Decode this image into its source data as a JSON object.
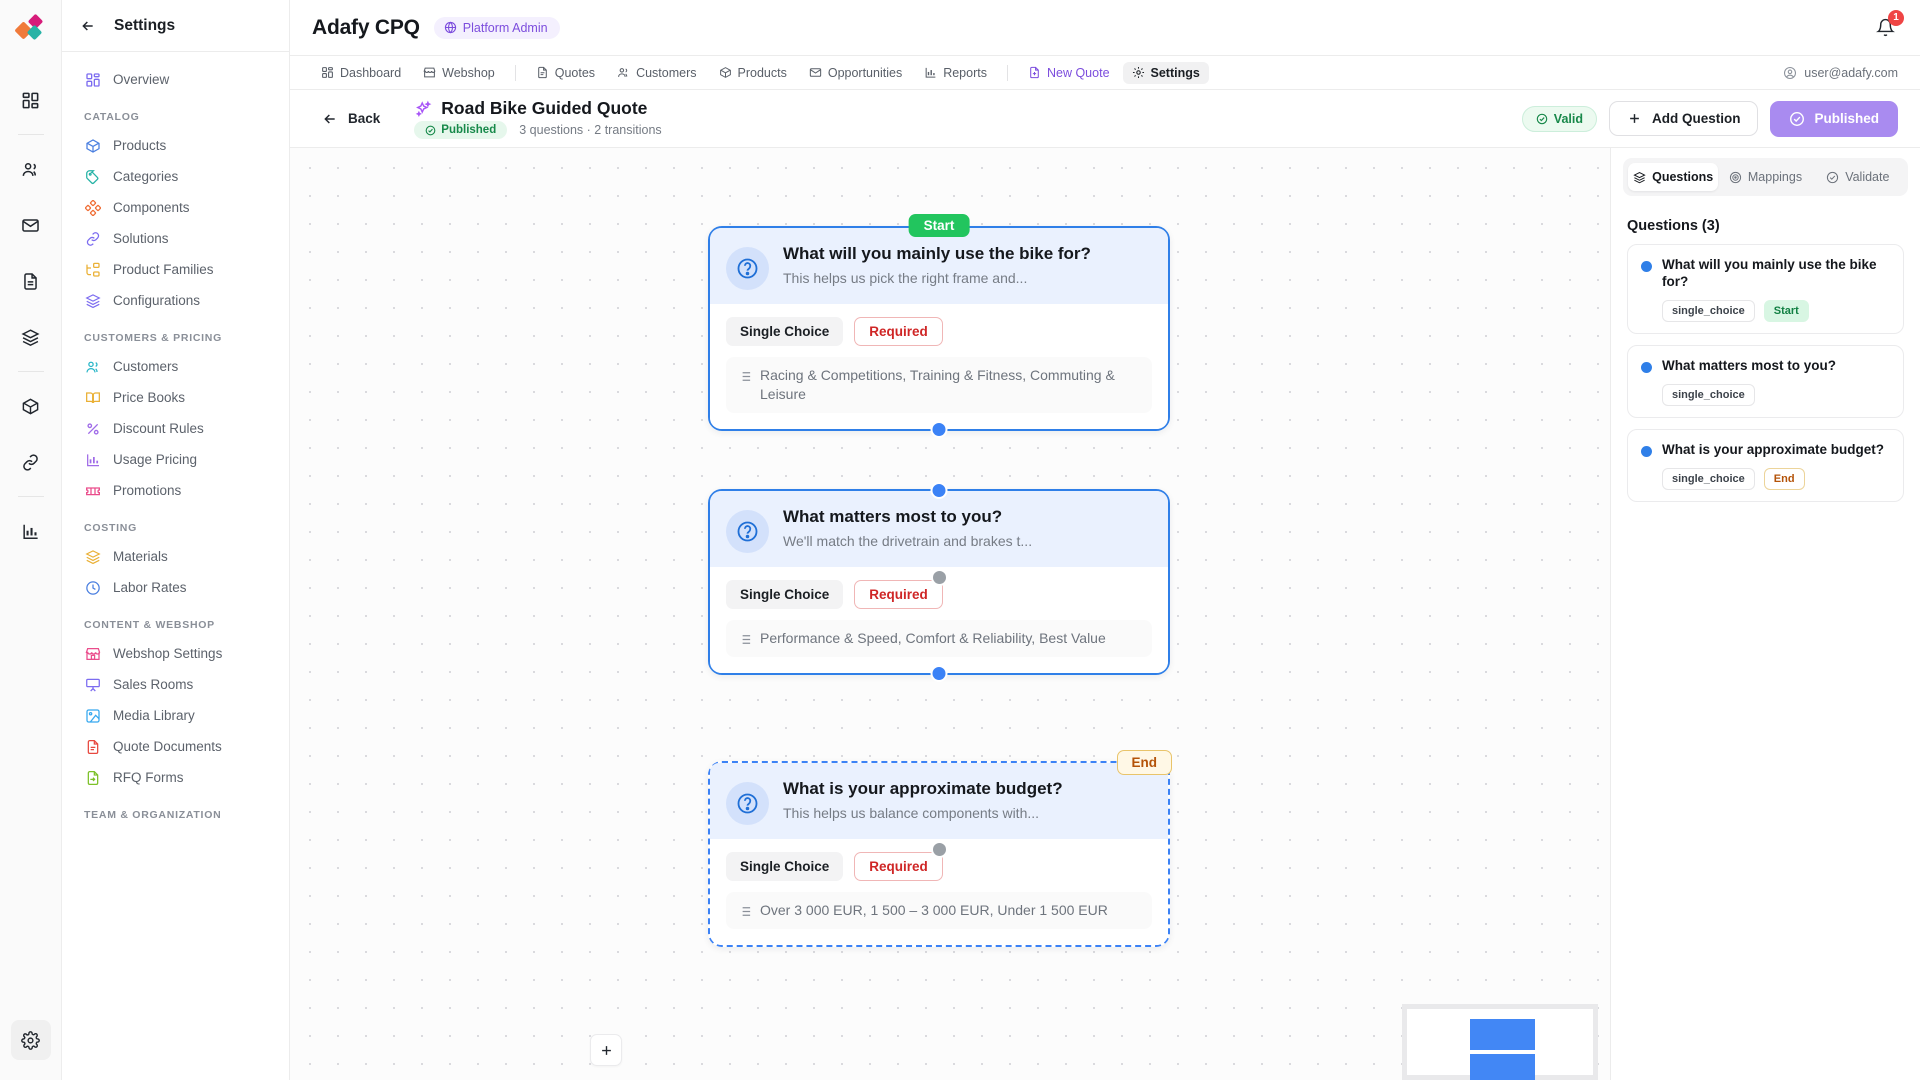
{
  "rail": {
    "logo_icon": "adafy-diamonds-logo",
    "items": [
      {
        "icon": "dashboard-grid-icon",
        "name": "rail-item-dashboard"
      },
      {
        "icon": "customers-people-icon",
        "name": "rail-item-customers"
      },
      {
        "icon": "mail-envelope-icon",
        "name": "rail-item-mail"
      },
      {
        "icon": "document-icon",
        "name": "rail-item-documents"
      },
      {
        "icon": "layers-icon",
        "name": "rail-item-layers"
      },
      {
        "icon": "package-box-icon",
        "name": "rail-item-products"
      },
      {
        "icon": "link-chain-icon",
        "name": "rail-item-links"
      },
      {
        "icon": "bar-chart-icon",
        "name": "rail-item-reports"
      }
    ],
    "settings_icon": "gear-icon"
  },
  "sidebar": {
    "title": "Settings",
    "back_icon": "arrow-left-icon",
    "overview": {
      "label": "Overview",
      "icon": "grid-icon"
    },
    "groups": [
      {
        "label": "CATALOG",
        "items": [
          {
            "label": "Products",
            "icon": "package-box-icon",
            "color": "#4a7fe0"
          },
          {
            "label": "Categories",
            "icon": "tag-icon",
            "color": "#27b3a6"
          },
          {
            "label": "Components",
            "icon": "components-diamond-icon",
            "color": "#ef6c33"
          },
          {
            "label": "Solutions",
            "icon": "link-chain-icon",
            "color": "#7c6cf0"
          },
          {
            "label": "Product Families",
            "icon": "tree-structure-icon",
            "color": "#eab035"
          },
          {
            "label": "Configurations",
            "icon": "layers-icon",
            "color": "#7c6cf0"
          }
        ]
      },
      {
        "label": "CUSTOMERS & PRICING",
        "items": [
          {
            "label": "Customers",
            "icon": "people-icon",
            "color": "#29b6c8"
          },
          {
            "label": "Price Books",
            "icon": "book-open-icon",
            "color": "#eab035"
          },
          {
            "label": "Discount Rules",
            "icon": "percent-icon",
            "color": "#a06ce8"
          },
          {
            "label": "Usage Pricing",
            "icon": "bar-chart-icon",
            "color": "#a06ce8"
          },
          {
            "label": "Promotions",
            "icon": "ticket-icon",
            "color": "#ea4c8b"
          }
        ]
      },
      {
        "label": "COSTING",
        "items": [
          {
            "label": "Materials",
            "icon": "layers-icon",
            "color": "#eab035"
          },
          {
            "label": "Labor Rates",
            "icon": "clock-icon",
            "color": "#4a7fe0"
          }
        ]
      },
      {
        "label": "CONTENT & WEBSHOP",
        "items": [
          {
            "label": "Webshop Settings",
            "icon": "storefront-icon",
            "color": "#ea4c8b"
          },
          {
            "label": "Sales Rooms",
            "icon": "presentation-icon",
            "color": "#7c6cf0"
          },
          {
            "label": "Media Library",
            "icon": "image-icon",
            "color": "#36a8ef"
          },
          {
            "label": "Quote Documents",
            "icon": "file-text-icon",
            "color": "#e8483f"
          },
          {
            "label": "RFQ Forms",
            "icon": "file-export-icon",
            "color": "#7cc128"
          }
        ]
      },
      {
        "label": "TEAM & ORGANIZATION",
        "items": []
      }
    ]
  },
  "topbar": {
    "brand": "Adafy CPQ",
    "platform_chip": {
      "label": "Platform Admin",
      "icon": "globe-icon"
    },
    "bell_icon": "bell-icon",
    "bell_count": "1"
  },
  "navbar": {
    "items": [
      {
        "label": "Dashboard",
        "icon": "grid-icon",
        "active": false,
        "accent": false
      },
      {
        "label": "Webshop",
        "icon": "storefront-icon",
        "active": false,
        "accent": false
      },
      {
        "divider": true
      },
      {
        "label": "Quotes",
        "icon": "file-text-icon",
        "active": false,
        "accent": false
      },
      {
        "label": "Customers",
        "icon": "people-icon",
        "active": false,
        "accent": false
      },
      {
        "label": "Products",
        "icon": "package-box-icon",
        "active": false,
        "accent": false
      },
      {
        "label": "Opportunities",
        "icon": "mail-envelope-icon",
        "active": false,
        "accent": false
      },
      {
        "label": "Reports",
        "icon": "bar-chart-icon",
        "active": false,
        "accent": false
      },
      {
        "divider": true
      },
      {
        "label": "New Quote",
        "icon": "file-plus-icon",
        "active": false,
        "accent": true
      },
      {
        "label": "Settings",
        "icon": "gear-icon",
        "active": true,
        "accent": false
      }
    ],
    "user": {
      "label": "user@adafy.com",
      "icon": "user-circle-icon"
    }
  },
  "pagehead": {
    "back_label": "Back",
    "back_icon": "arrow-left-icon",
    "title": "Road Bike Guided Quote",
    "title_icon": "sparkle-flow-icon",
    "status": {
      "label": "Published",
      "icon": "check-circle-icon"
    },
    "meta": "3 questions · 2 transitions",
    "valid": {
      "label": "Valid",
      "icon": "check-circle-icon"
    },
    "add_question": {
      "label": "Add Question",
      "icon": "plus-icon"
    },
    "publish": {
      "label": "Published",
      "icon": "check-circle-icon"
    }
  },
  "canvas": {
    "add_icon": "plus-icon",
    "nodes": [
      {
        "badge": "Start",
        "badge_type": "start",
        "title": "What will you mainly use the bike for?",
        "subtitle": "This helps us pick the right frame and...",
        "type_chip": "Single Choice",
        "required_chip": "Required",
        "options": "Racing & Competitions, Training & Fitness, Commuting & Leisure",
        "avatar_icon": "question-circle-icon",
        "list_icon": "list-icon"
      },
      {
        "badge": "",
        "badge_type": "none",
        "title": "What matters most to you?",
        "subtitle": "We'll match the drivetrain and brakes t...",
        "type_chip": "Single Choice",
        "required_chip": "Required",
        "options": "Performance & Speed, Comfort & Reliability, Best Value",
        "avatar_icon": "question-circle-icon",
        "list_icon": "list-icon"
      },
      {
        "badge": "End",
        "badge_type": "end",
        "title": "What is your approximate budget?",
        "subtitle": "This helps us balance components with...",
        "type_chip": "Single Choice",
        "required_chip": "Required",
        "options": "Over 3 000 EUR, 1 500 – 3 000 EUR, Under 1 500 EUR",
        "avatar_icon": "question-circle-icon",
        "list_icon": "list-icon"
      }
    ]
  },
  "rpanel": {
    "tabs": [
      {
        "label": "Questions",
        "icon": "layers-icon",
        "active": true
      },
      {
        "label": "Mappings",
        "icon": "target-icon",
        "active": false
      },
      {
        "label": "Validate",
        "icon": "check-circle-icon",
        "active": false
      }
    ],
    "list_title": "Questions (3)",
    "questions": [
      {
        "text": "What will you mainly use the bike for?",
        "tags": [
          {
            "label": "single_choice",
            "kind": "plain"
          },
          {
            "label": "Start",
            "kind": "start"
          }
        ]
      },
      {
        "text": "What matters most to you?",
        "tags": [
          {
            "label": "single_choice",
            "kind": "plain"
          }
        ]
      },
      {
        "text": "What is your approximate budget?",
        "tags": [
          {
            "label": "single_choice",
            "kind": "plain"
          },
          {
            "label": "End",
            "kind": "end"
          }
        ]
      }
    ]
  }
}
